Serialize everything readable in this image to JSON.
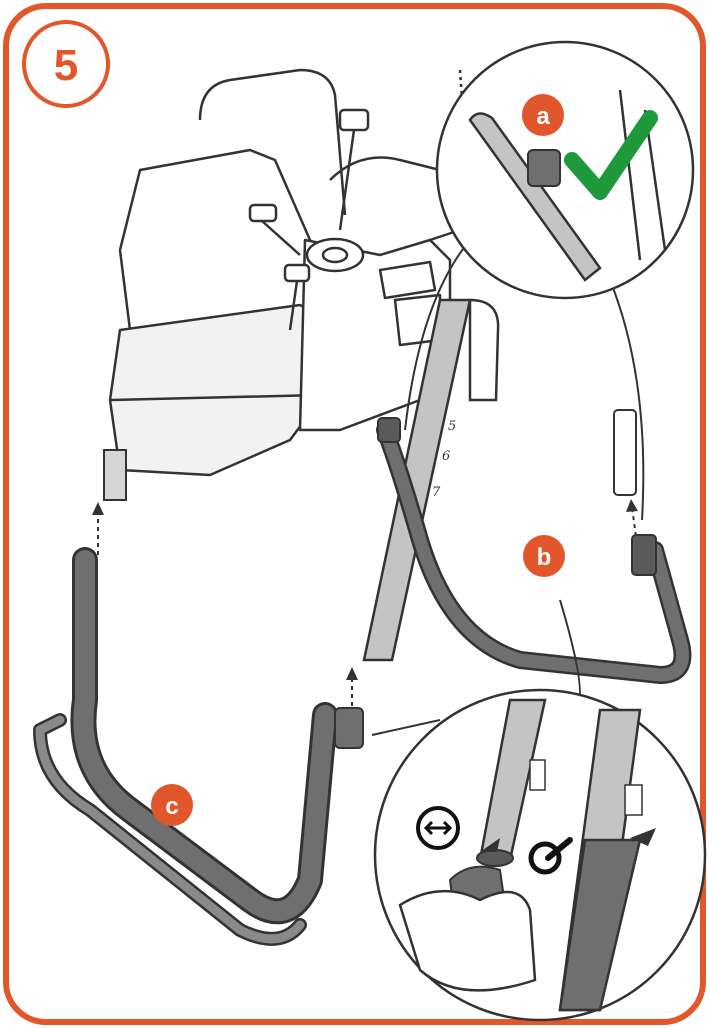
{
  "step": {
    "number": "5"
  },
  "callouts": {
    "a": "a",
    "b": "b",
    "c": "c"
  },
  "height_markings": [
    "5",
    "6",
    "7"
  ],
  "colors": {
    "accent": "#e2562c",
    "check": "#1f9a3a",
    "leg_dark": "#6f6f6f",
    "leg_light": "#c4c4c4",
    "outline": "#333333"
  },
  "icons": {
    "check": "checkmark-icon",
    "rotate": "rotate-arrows-icon",
    "release": "release-button-icon"
  }
}
